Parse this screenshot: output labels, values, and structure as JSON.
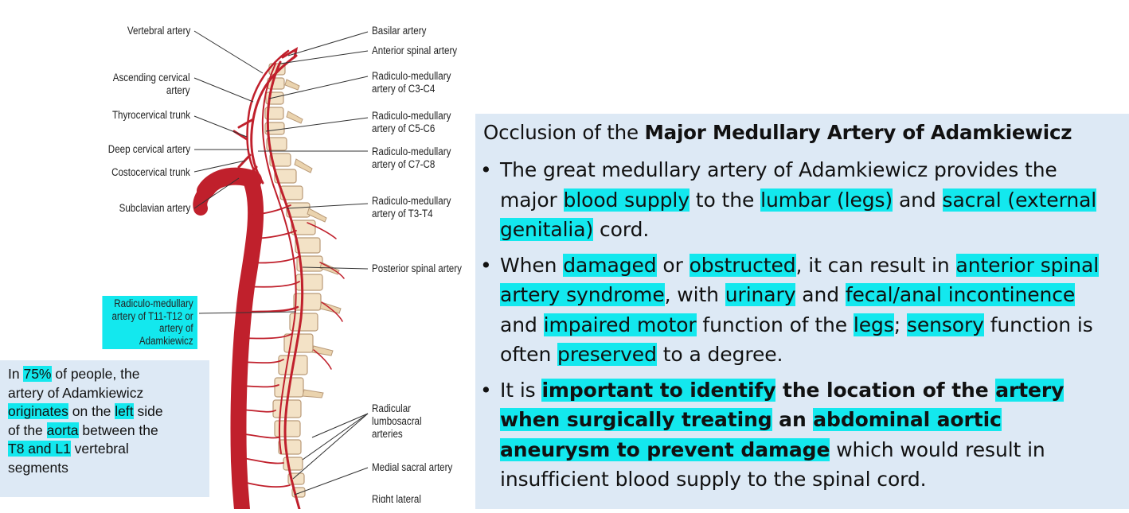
{
  "labels": {
    "left": {
      "vertebral": "Vertebral artery",
      "asc_cervical_1": "Ascending cervical",
      "asc_cervical_2": "artery",
      "thyrocervical": "Thyrocervical trunk",
      "deep_cervical": "Deep cervical artery",
      "costocervical": "Costocervical trunk",
      "subclavian": "Subclavian artery",
      "adamkiewicz_1": "Radiculo-medullary",
      "adamkiewicz_2": "artery of T11-T12 or",
      "adamkiewicz_3": "artery of",
      "adamkiewicz_4": "Adamkiewicz"
    },
    "right": {
      "basilar": "Basilar artery",
      "anterior_spinal": "Anterior spinal artery",
      "rm_c3c4_1": "Radiculo-medullary",
      "rm_c3c4_2": "artery of C3-C4",
      "rm_c5c6_1": "Radiculo-medullary",
      "rm_c5c6_2": "artery of C5-C6",
      "rm_c7c8_1": "Radiculo-medullary",
      "rm_c7c8_2": "artery of C7-C8",
      "rm_t3t4_1": "Radiculo-medullary",
      "rm_t3t4_2": "artery of T3-T4",
      "posterior_spinal": "Posterior spinal artery",
      "radicular_1": "Radicular",
      "radicular_2": "lumbosacral",
      "radicular_3": "arteries",
      "medial_sacral": "Medial sacral artery",
      "right_lateral": "Right lateral"
    }
  },
  "note": {
    "p1": "In ",
    "pct": "75%",
    "p2": " of people, the",
    "p3": "artery of Adamkiewicz",
    "originates": "originates",
    "p4": " on the ",
    "left": "left",
    "p5": " side",
    "p6": "of the ",
    "aorta": "aorta",
    "p7": " between the",
    "t8l1": "T8 and L1",
    "p8": " vertebral",
    "p9": "segments"
  },
  "panel": {
    "title_prefix": "Occlusion of the ",
    "title_bold": "Major Medullary Artery of Adamkiewicz",
    "b1": {
      "t1": "The great medullary artery of Adamkiewicz provides the major ",
      "h1": "blood supply",
      "t2": " to the ",
      "h2": "lumbar (legs)",
      "t3": " and ",
      "h3": "sacral (external genitalia)",
      "t4": " cord."
    },
    "b2": {
      "h1": "damaged",
      "t1": " or ",
      "h2": "obstructed",
      "t0": "When ",
      "t2": ", it can result in ",
      "h3": "anterior spinal artery syndrome",
      "t3": ", with ",
      "h4": "urinary",
      "t4": " and ",
      "h5": "fecal/anal incontinence",
      "t5": " and ",
      "h6": "impaired motor",
      "t6": " function of the ",
      "h7": "legs",
      "t7": "; ",
      "h8": "sensory",
      "t8": " function is often ",
      "h9": "preserved",
      "t9": " to a degree."
    },
    "b3": {
      "t0": "It is ",
      "h1": "important to identify",
      "t1": " the location of the ",
      "h2": "artery when surgically treating",
      "t2": " an ",
      "h3": "abdominal aortic aneurysm to prevent damage",
      "t3": " which would result in insufficient blood supply to the spinal cord."
    }
  },
  "colors": {
    "highlight": "#13e8ee",
    "artery": "#c0202c",
    "vertebra": "#f3e2c6",
    "panel_bg": "#dde9f5"
  }
}
